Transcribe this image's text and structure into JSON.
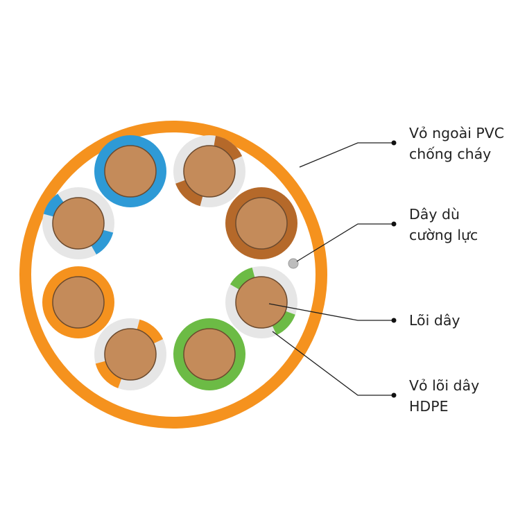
{
  "colors": {
    "jacket": "#F5921E",
    "jacket_inner": "#FFFFFF",
    "copper": "#C48B5A",
    "copper_edge": "#6B4A2E",
    "insulation_white": "#E6E6E6",
    "blue": "#2E9AD6",
    "brown": "#B5692A",
    "orange": "#F5921E",
    "green": "#6CBB45",
    "ripcord": "#BDBDBD"
  },
  "pairs": [
    {
      "name": "blue",
      "striped": false
    },
    {
      "name": "brown-white",
      "striped": true
    },
    {
      "name": "brown",
      "striped": false
    },
    {
      "name": "green-white",
      "striped": true
    },
    {
      "name": "green",
      "striped": false
    },
    {
      "name": "orange-white",
      "striped": true
    },
    {
      "name": "orange",
      "striped": false
    },
    {
      "name": "blue-white",
      "striped": true
    }
  ],
  "labels": {
    "jacket": [
      "Vỏ ngoài PVC",
      "chống cháy"
    ],
    "ripcord": [
      "Dây dù",
      "cường lực"
    ],
    "core": [
      "Lõi dây"
    ],
    "insulation": [
      "Vỏ lõi dây",
      "HDPE"
    ]
  }
}
